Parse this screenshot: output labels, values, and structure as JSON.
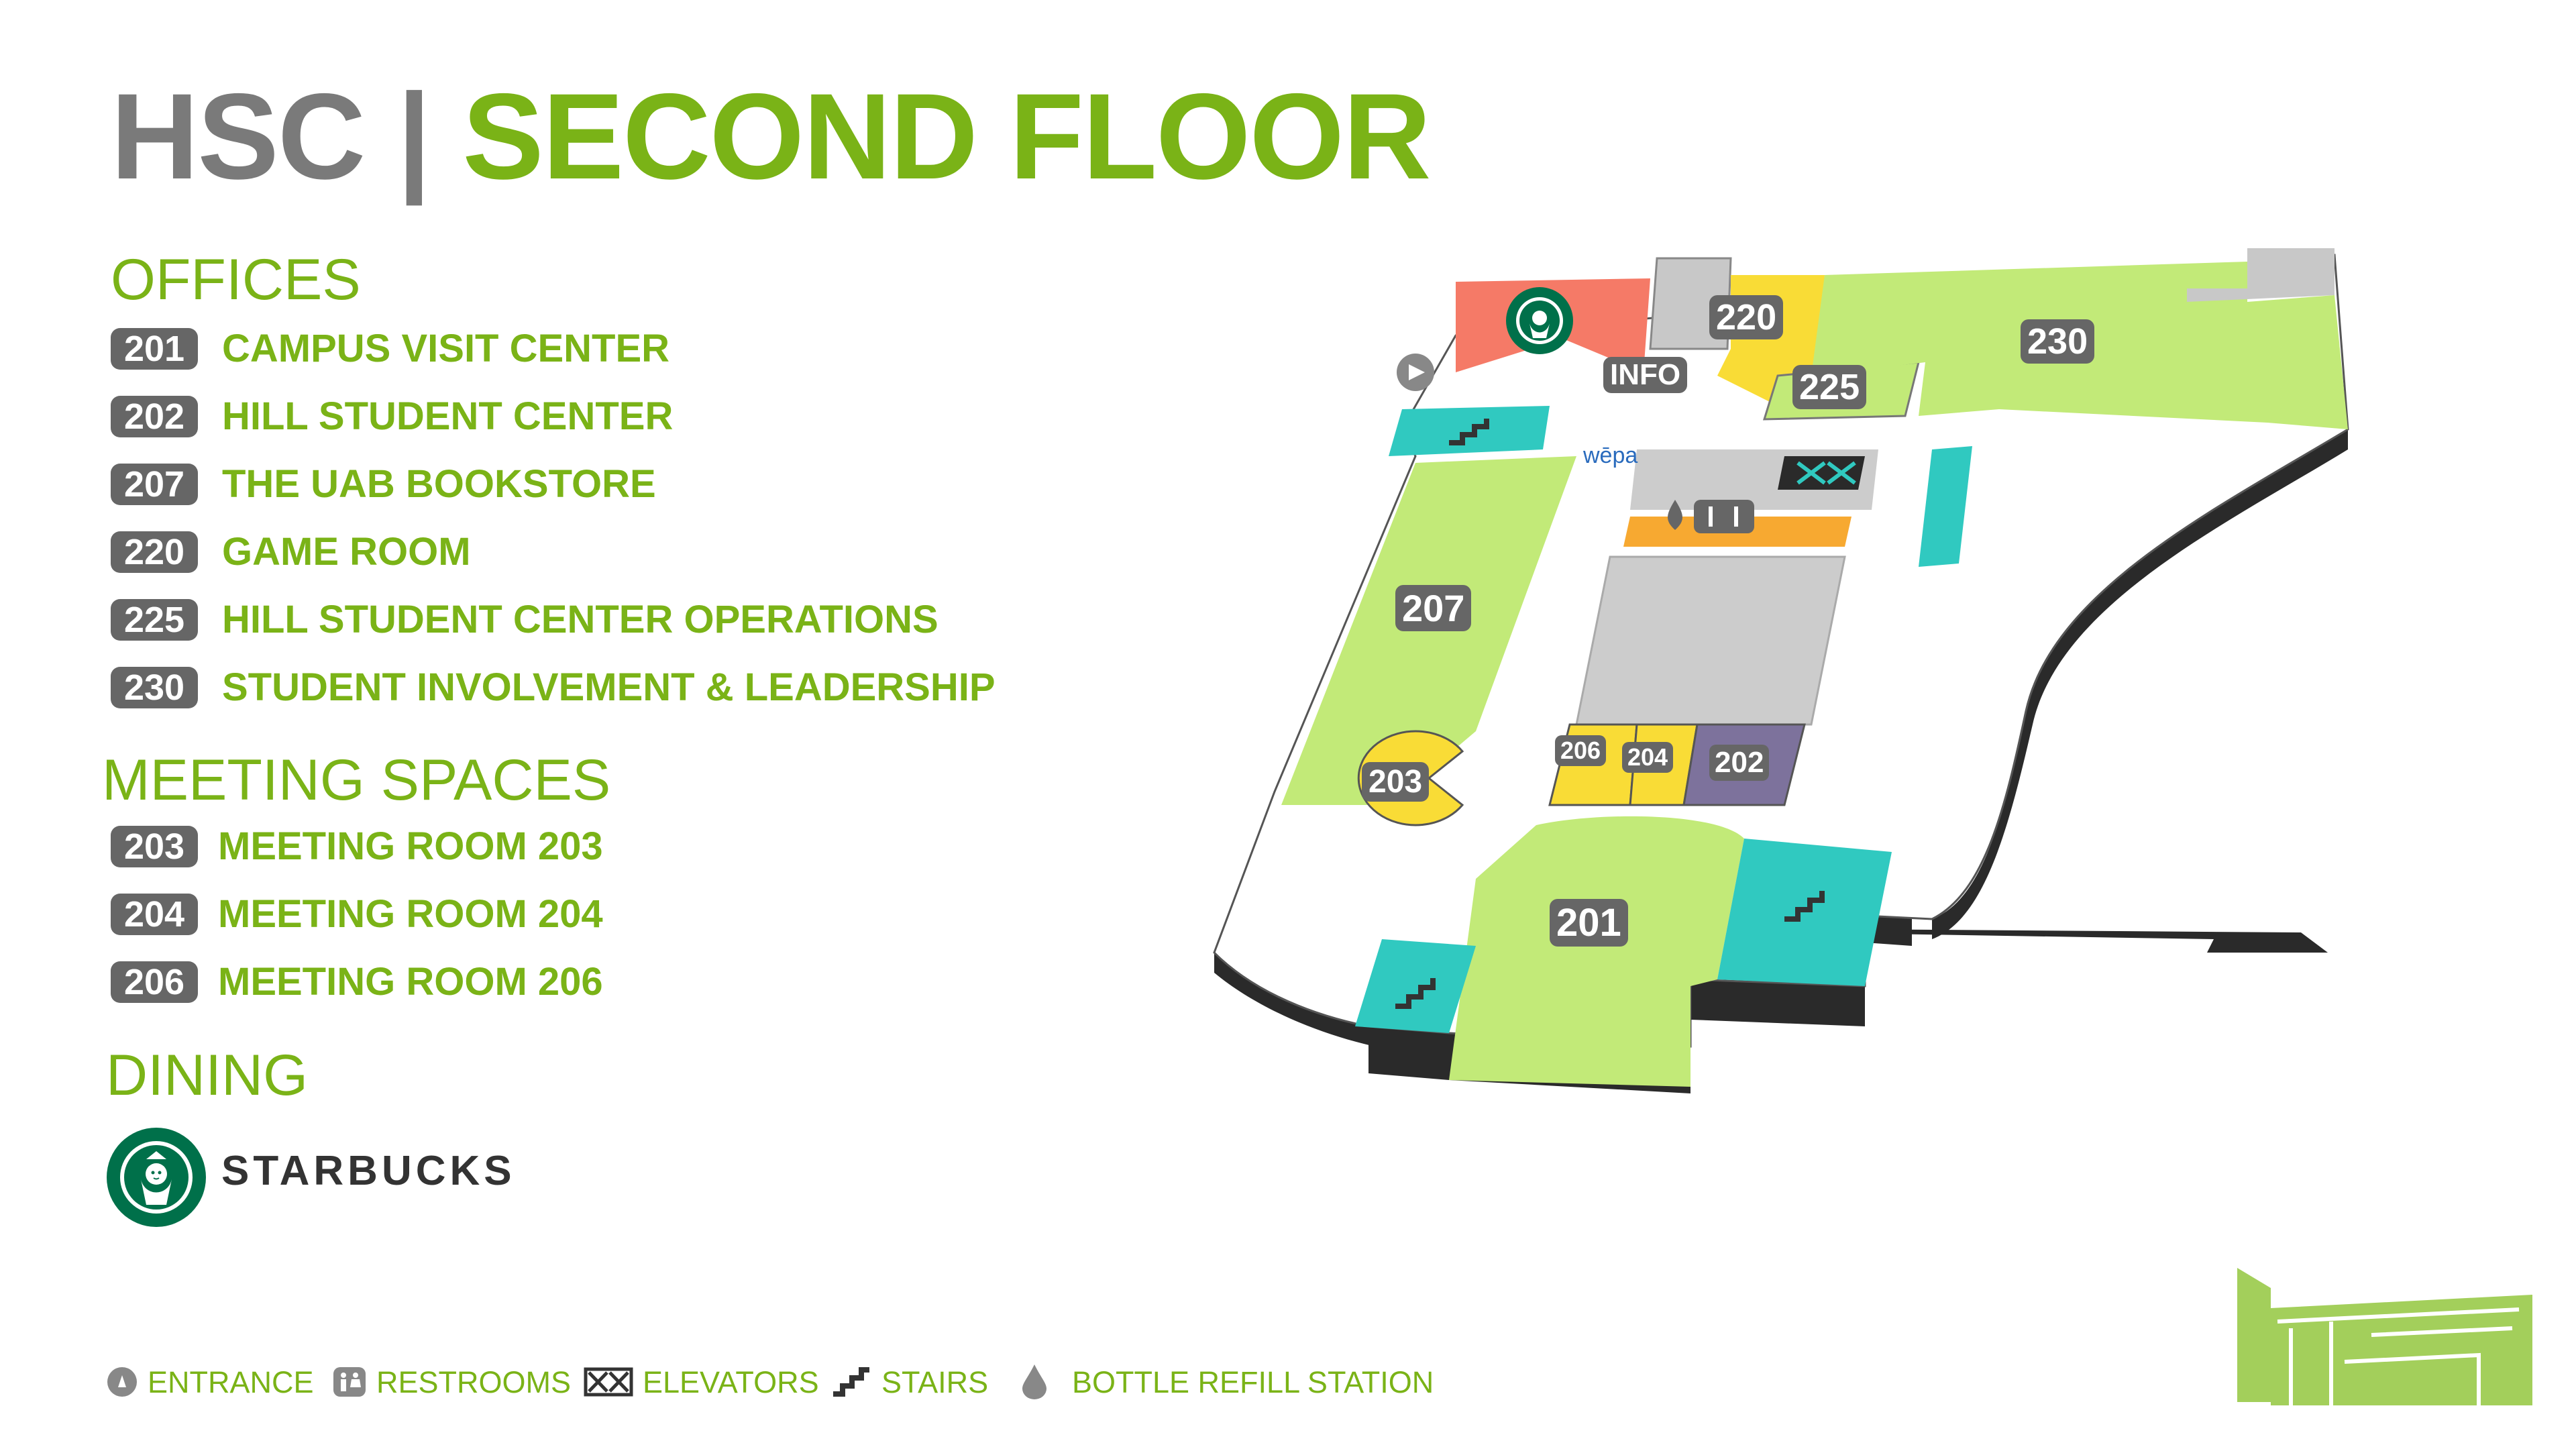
{
  "title": {
    "prefix": "HSC",
    "separator": "|",
    "main": "SECOND FLOOR"
  },
  "sections": {
    "offices": {
      "heading": "OFFICES",
      "items": [
        {
          "number": "201",
          "label": "CAMPUS VISIT CENTER"
        },
        {
          "number": "202",
          "label": "HILL STUDENT CENTER"
        },
        {
          "number": "207",
          "label": "THE UAB BOOKSTORE"
        },
        {
          "number": "220",
          "label": "GAME ROOM"
        },
        {
          "number": "225",
          "label": "HILL STUDENT CENTER OPERATIONS"
        },
        {
          "number": "230",
          "label": "STUDENT INVOLVEMENT & LEADERSHIP"
        }
      ]
    },
    "meeting_spaces": {
      "heading": "MEETING SPACES",
      "items": [
        {
          "number": "203",
          "label": "MEETING ROOM 203"
        },
        {
          "number": "204",
          "label": "MEETING ROOM 204"
        },
        {
          "number": "206",
          "label": "MEETING ROOM 206"
        }
      ]
    },
    "dining": {
      "heading": "DINING",
      "brand": "STARBUCKS"
    }
  },
  "legend": [
    {
      "icon": "entrance-icon",
      "label": "ENTRANCE"
    },
    {
      "icon": "restrooms-icon",
      "label": "RESTROOMS"
    },
    {
      "icon": "elevators-icon",
      "label": "ELEVATORS"
    },
    {
      "icon": "stairs-icon",
      "label": "STAIRS"
    },
    {
      "icon": "bottle-refill-icon",
      "label": "BOTTLE REFILL STATION"
    }
  ],
  "map": {
    "labels": {
      "r201": "201",
      "r202": "202",
      "r203": "203",
      "r204": "204",
      "r206": "206",
      "r207": "207",
      "r220": "220",
      "r225": "225",
      "r230": "230",
      "info": "INFO",
      "wepa": "wēpa"
    }
  },
  "colors": {
    "accent_green": "#7ab317",
    "office_green": "#c2ea78",
    "meeting_yellow": "#f9dc36",
    "stairs_teal": "#30c9c0",
    "dining_coral": "#f57a67",
    "restroom_orange": "#f7a931",
    "room_202_purple": "#7d729c",
    "badge_gray": "#666666",
    "service_gray": "#cccccc",
    "wall_dark": "#2a2a2a"
  }
}
